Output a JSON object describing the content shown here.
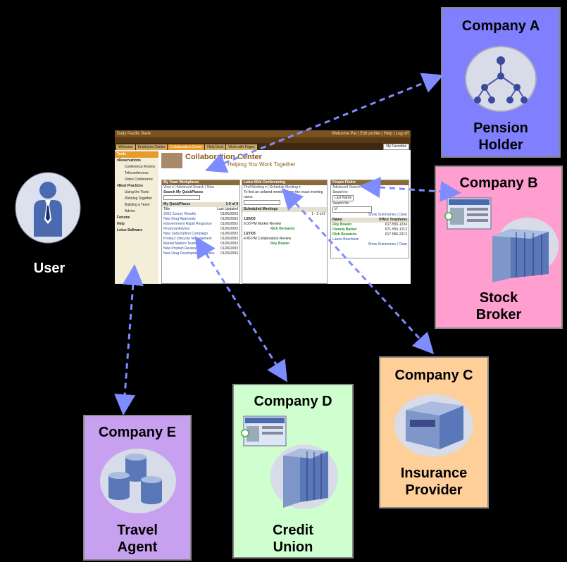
{
  "user": {
    "label": "User",
    "icon": "person-icon"
  },
  "screenshot": {
    "app_title": "Daily Pacific Bank",
    "top_links": "Welcome Pat  |  Edit profile  |  Help  |  Log off",
    "tabs": [
      "Welcome",
      "Employee Center",
      "Collaboration Center",
      "Help Desk",
      "Work with Pages"
    ],
    "active_tab": "Collaboration Center",
    "favorites": "My Favorites",
    "banner_title": "Collaboration Center",
    "banner_subtitle": "Helping You Work Together",
    "sidebar": {
      "header": "Tools",
      "items": [
        {
          "label": "▾Reservations",
          "type": "bold"
        },
        {
          "label": "Conference Rooms",
          "type": "sub"
        },
        {
          "label": "Teleconference",
          "type": "sub"
        },
        {
          "label": "Video Conference",
          "type": "sub"
        },
        {
          "label": "▾Best Practices",
          "type": "bold"
        },
        {
          "label": "Using the Tools",
          "type": "sub"
        },
        {
          "label": "Working Together",
          "type": "sub"
        },
        {
          "label": "Building a Team",
          "type": "sub"
        },
        {
          "label": "Advice",
          "type": "sub"
        },
        {
          "label": "Forums",
          "type": "bold"
        },
        {
          "label": "Help",
          "type": "bold"
        },
        {
          "label": "Lotus Software",
          "type": "bold"
        }
      ]
    },
    "team": {
      "header": "My Team Workplaces",
      "menu": "View ▾  |  Advanced Search  |  New",
      "search": "Search My QuickPlaces",
      "quick": "My QuickPlaces",
      "paging": "1-9 of 9",
      "col1": "Title",
      "col2": "Last Updated",
      "rows": [
        {
          "t": "2003 Survey Results",
          "d": "01/26/2003"
        },
        {
          "t": "New Drug Approvals",
          "d": "01/26/2003"
        },
        {
          "t": "eGovernment Rapid Response",
          "d": "01/26/2003"
        },
        {
          "t": "Financial Advisor",
          "d": "01/26/2003"
        },
        {
          "t": "New Subscription Campaign",
          "d": "01/26/2003"
        },
        {
          "t": "Product Lifecycle Management",
          "d": "01/26/2003"
        },
        {
          "t": "Market Metrics Team",
          "d": "01/26/2003"
        },
        {
          "t": "New Product Review",
          "d": "01/26/2003"
        },
        {
          "t": "New Drug Development Process",
          "d": "01/26/2003"
        }
      ]
    },
    "web": {
      "header": "Lotus Web Conferencing",
      "menu": "Find Meeting ▾ | Schedule Meeting ▾",
      "hint": "To find an unlisted meeting, type the exact meeting name.",
      "sched": "Scheduled Meetings",
      "paging": "1 - 2 of 2",
      "meetings": [
        {
          "date": "1/26/03",
          "time": "6:00 PM",
          "name": "Market Review",
          "host": "Rich Bernardo"
        },
        {
          "date": "1/27/03",
          "time": "4:45 PM",
          "name": "Collaboration Review",
          "host": "Roy Bowen"
        }
      ]
    },
    "people": {
      "header": "People Finder",
      "adv": "Advanced Search",
      "search_in": "Search in:",
      "search_in_val": "Last Name",
      "search_for": "Search for:",
      "search_for_val": "b*",
      "summaries": "Show Summaries | Clear",
      "col1": "Name",
      "col2": "Office Telephone",
      "rows": [
        {
          "n": "Roy Bowen",
          "p": "617-555-1234"
        },
        {
          "n": "Pamela Barker",
          "p": "671-555-1212"
        },
        {
          "n": "Rich Bernardo",
          "p": "617-555-2212"
        },
        {
          "n": "Laurie Beechtein",
          "p": ""
        }
      ]
    }
  },
  "companies": [
    {
      "id": "a",
      "title": "Company A",
      "role_l1": "Pension",
      "role_l2": "Holder",
      "color": "#8080ff",
      "icon": "org-chart-icon"
    },
    {
      "id": "b",
      "title": "Company B",
      "role_l1": "Stock",
      "role_l2": "Broker",
      "color": "#ff9fd0",
      "icon": "server-rack-icon"
    },
    {
      "id": "c",
      "title": "Company C",
      "role_l1": "Insurance",
      "role_l2": "Provider",
      "color": "#ffcf9a",
      "icon": "mainframe-icon"
    },
    {
      "id": "d",
      "title": "Company D",
      "role_l1": "Credit",
      "role_l2": "Union",
      "color": "#cfffcf",
      "icon": "server-tower-icon"
    },
    {
      "id": "e",
      "title": "Company E",
      "role_l1": "Travel",
      "role_l2": "Agent",
      "color": "#c8a0f0",
      "icon": "database-icon"
    }
  ],
  "colors": {
    "arrow": "#7f8cff",
    "background": "#000000",
    "icon_bg": "#d8dbe8"
  }
}
